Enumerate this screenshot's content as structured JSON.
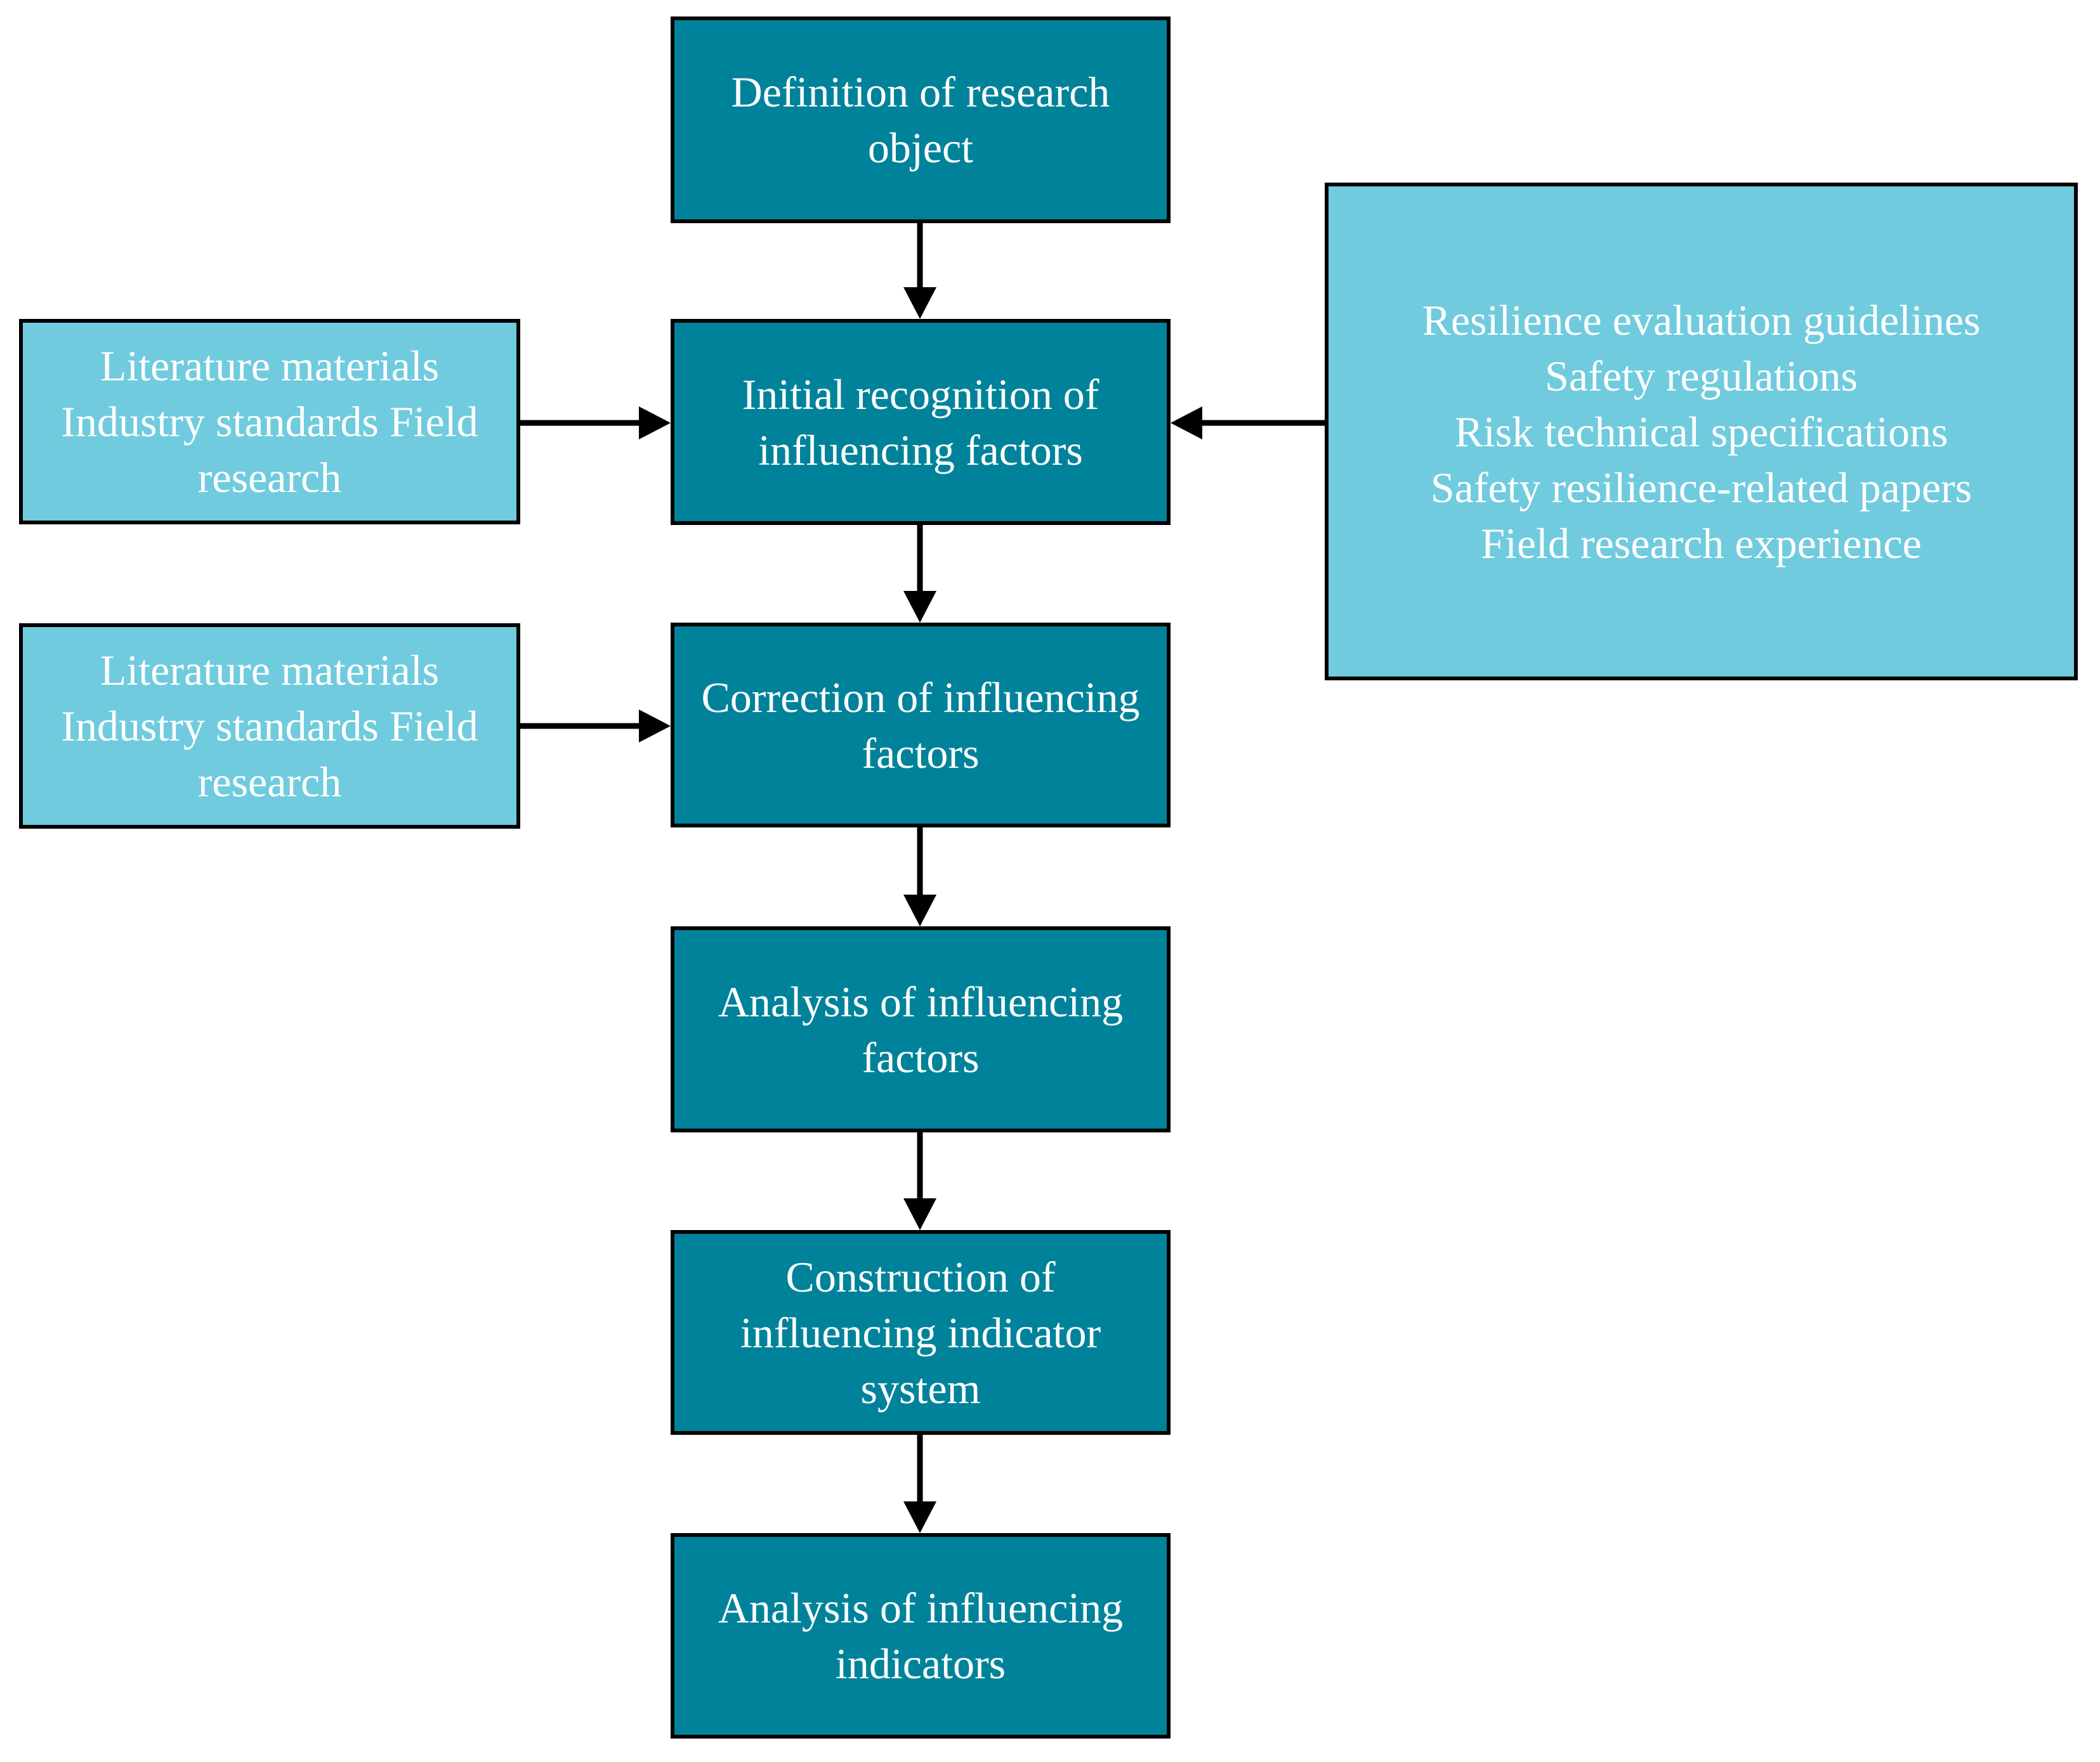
{
  "diagram": {
    "type": "flowchart",
    "background": "#ffffff",
    "colors": {
      "process_box_fill": "#00839A",
      "source_box_fill": "#70CBDE",
      "border": "#000000",
      "text": "#ffffff",
      "arrow": "#000000"
    }
  },
  "flow_boxes": [
    {
      "id": "definition",
      "text": "Definition of research\nobject"
    },
    {
      "id": "initial-recognition",
      "text": "Initial recognition of\ninfluencing factors"
    },
    {
      "id": "correction",
      "text": "Correction of influencing\nfactors"
    },
    {
      "id": "analysis-factors",
      "text": "Analysis of influencing\nfactors"
    },
    {
      "id": "construction",
      "text": "Construction of\ninfluencing indicator\nsystem"
    },
    {
      "id": "analysis-indicators",
      "text": "Analysis of influencing\nindicators"
    }
  ],
  "source_boxes": [
    {
      "id": "literature-1",
      "text": "Literature materials\nIndustry standards Field\nresearch"
    },
    {
      "id": "literature-2",
      "text": "Literature materials\nIndustry standards Field\nresearch"
    },
    {
      "id": "references",
      "text": "Resilience evaluation guidelines\nSafety regulations\nRisk technical specifications\nSafety resilience-related papers\nField research experience"
    }
  ],
  "arrows": [
    {
      "id": "definition-to-initial",
      "direction": "down"
    },
    {
      "id": "initial-to-correction",
      "direction": "down"
    },
    {
      "id": "correction-to-analysis",
      "direction": "down"
    },
    {
      "id": "analysis-to-construction",
      "direction": "down"
    },
    {
      "id": "construction-to-analysis-indicators",
      "direction": "down"
    },
    {
      "id": "literature-1-to-initial",
      "direction": "right"
    },
    {
      "id": "literature-2-to-correction",
      "direction": "right"
    },
    {
      "id": "references-to-initial",
      "direction": "left"
    }
  ]
}
